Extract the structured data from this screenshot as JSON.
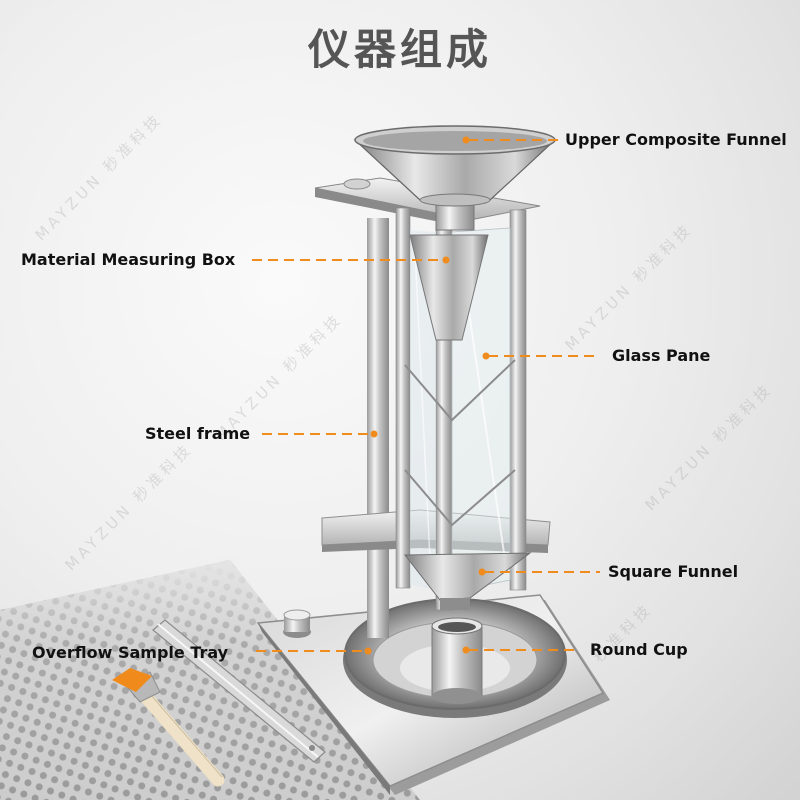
{
  "header": {
    "title": "仪器组成"
  },
  "watermark": {
    "text": "MAYZUN 秒准科技"
  },
  "colors": {
    "leader_line": "#f08c1e",
    "label_text": "#111111",
    "title_text": "#555555"
  },
  "parts": [
    {
      "id": "upper-composite-funnel",
      "label": "Upper Composite Funnel"
    },
    {
      "id": "material-measuring-box",
      "label": "Material Measuring Box"
    },
    {
      "id": "glass-pane",
      "label": "Glass Pane"
    },
    {
      "id": "steel-frame",
      "label": "Steel frame"
    },
    {
      "id": "square-funnel",
      "label": "Square Funnel"
    },
    {
      "id": "overflow-sample-tray",
      "label": "Overflow Sample Tray"
    },
    {
      "id": "round-cup",
      "label": "Round Cup"
    }
  ]
}
